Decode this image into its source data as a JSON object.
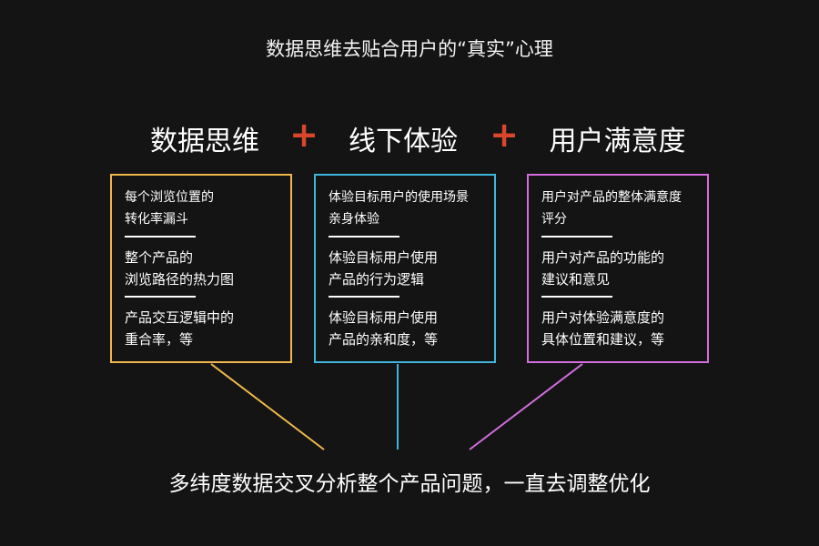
{
  "title": "数据思维去贴合用户的“真实”心理",
  "headings": [
    "数据思维",
    "线下体验",
    "用户满意度"
  ],
  "plus_symbol": "+",
  "colors": {
    "background": "#141414",
    "plus": "#d9462b",
    "box1": "#f0b84a",
    "box2": "#3fb6dc",
    "box3": "#d46ee0"
  },
  "boxes": [
    {
      "groups": [
        [
          "每个浏览位置的",
          "转化率漏斗"
        ],
        [
          "整个产品的",
          "浏览路径的热力图"
        ],
        [
          "产品交互逻辑中的",
          "重合率，等"
        ]
      ]
    },
    {
      "groups": [
        [
          "体验目标用户的使用场景",
          "亲身体验"
        ],
        [
          "体验目标用户使用",
          "产品的行为逻辑"
        ],
        [
          "体验目标用户使用",
          "产品的亲和度，等"
        ]
      ]
    },
    {
      "groups": [
        [
          "用户对产品的整体满意度",
          "评分"
        ],
        [
          "用户对产品的功能的",
          "建议和意见"
        ],
        [
          "用户对体验满意度的",
          "具体位置和建议，等"
        ]
      ]
    }
  ],
  "conclusion": "多纬度数据交叉分析整个产品问题，一直去调整优化"
}
